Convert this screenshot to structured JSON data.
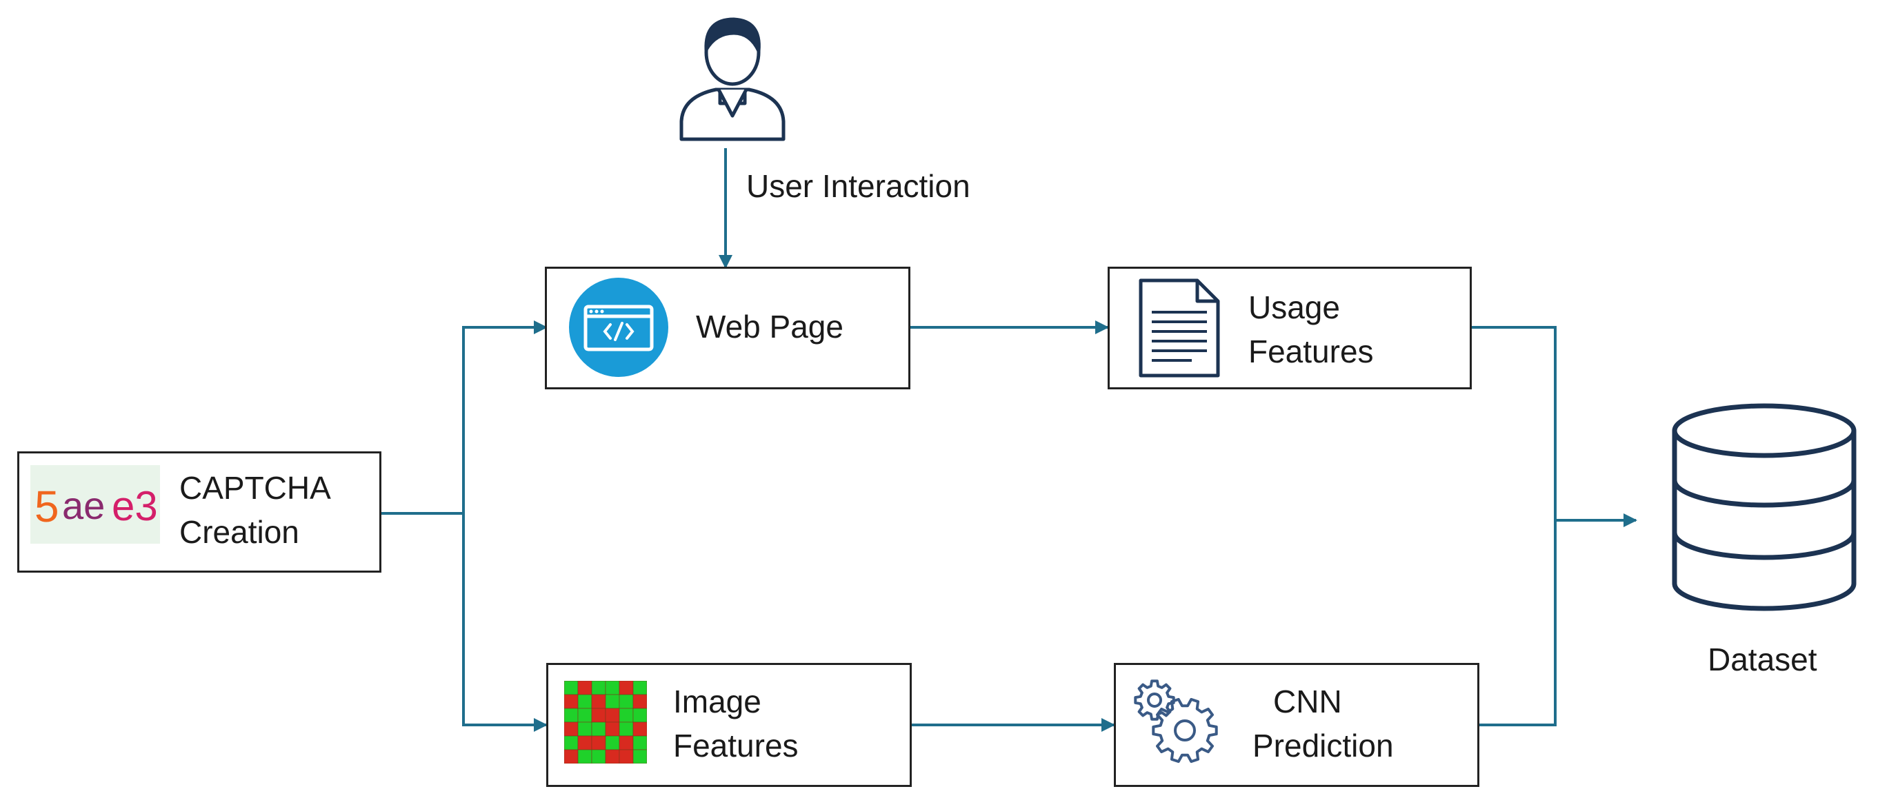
{
  "colors": {
    "connector": "#1f6e8c",
    "border": "#222222",
    "text": "#1a1a1a",
    "accent": "#1a9bd7"
  },
  "nodes": {
    "captcha": {
      "line1": "CAPTCHA",
      "line2": "Creation",
      "icon": "captcha-image-icon",
      "captcha_text": [
        "5",
        "ae",
        "e3"
      ]
    },
    "web_page": {
      "label": "Web Page",
      "icon": "web-code-icon"
    },
    "usage": {
      "line1": "Usage",
      "line2": "Features",
      "icon": "document-icon"
    },
    "image_features": {
      "line1": "Image",
      "line2": "Features",
      "icon": "heatmap-grid-icon"
    },
    "cnn": {
      "line1": "CNN",
      "line2": "Prediction",
      "icon": "gears-icon"
    },
    "dataset": {
      "label": "Dataset",
      "icon": "database-icon"
    }
  },
  "user": {
    "label": "User Interaction",
    "icon": "user-icon"
  }
}
